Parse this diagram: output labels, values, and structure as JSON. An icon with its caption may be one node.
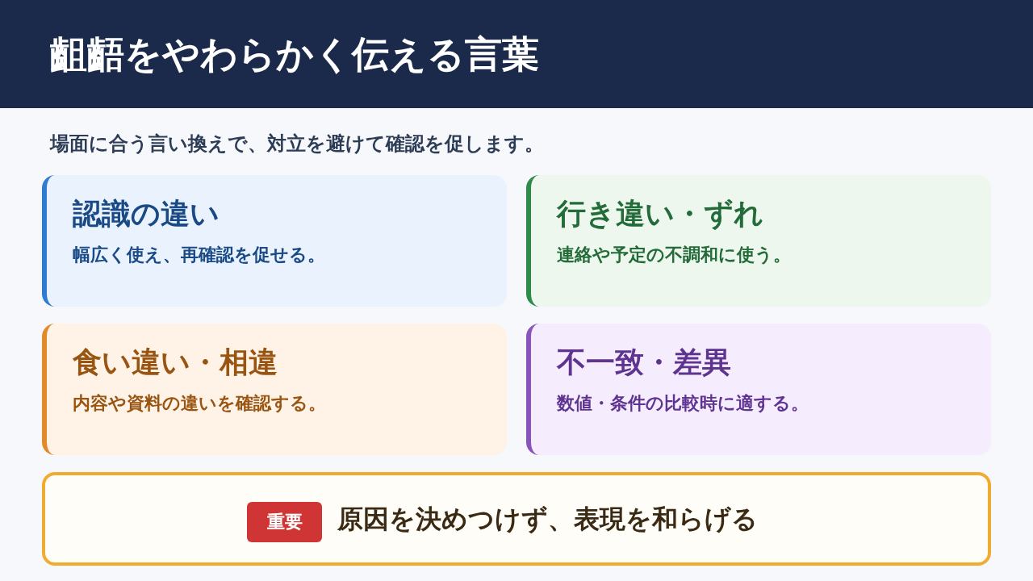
{
  "diagram": {
    "title": "齟齬をやわらかく伝える言葉",
    "nodes": [
      {
        "text": [
          "認識の違い",
          "幅広く使え、再確認を促せる。"
        ]
      },
      {
        "text": [
          "行き違い・ずれ",
          "連絡や予定の不調和に使う。"
        ]
      },
      {
        "text": [
          "食い違い・相違",
          "内容や資料の違いを確認する。"
        ]
      },
      {
        "text": [
          "不一致・差異",
          "数値・条件の比較時に適する。"
        ]
      },
      {
        "text": [
          "原因を決めつけず、表現を和らげる"
        ]
      },
      {
        "text": [
          "重要"
        ],
        "in": 4
      }
    ],
    "labels": [
      "場面に合う言い換えで、対立を避けて確認を促します。"
    ]
  }
}
